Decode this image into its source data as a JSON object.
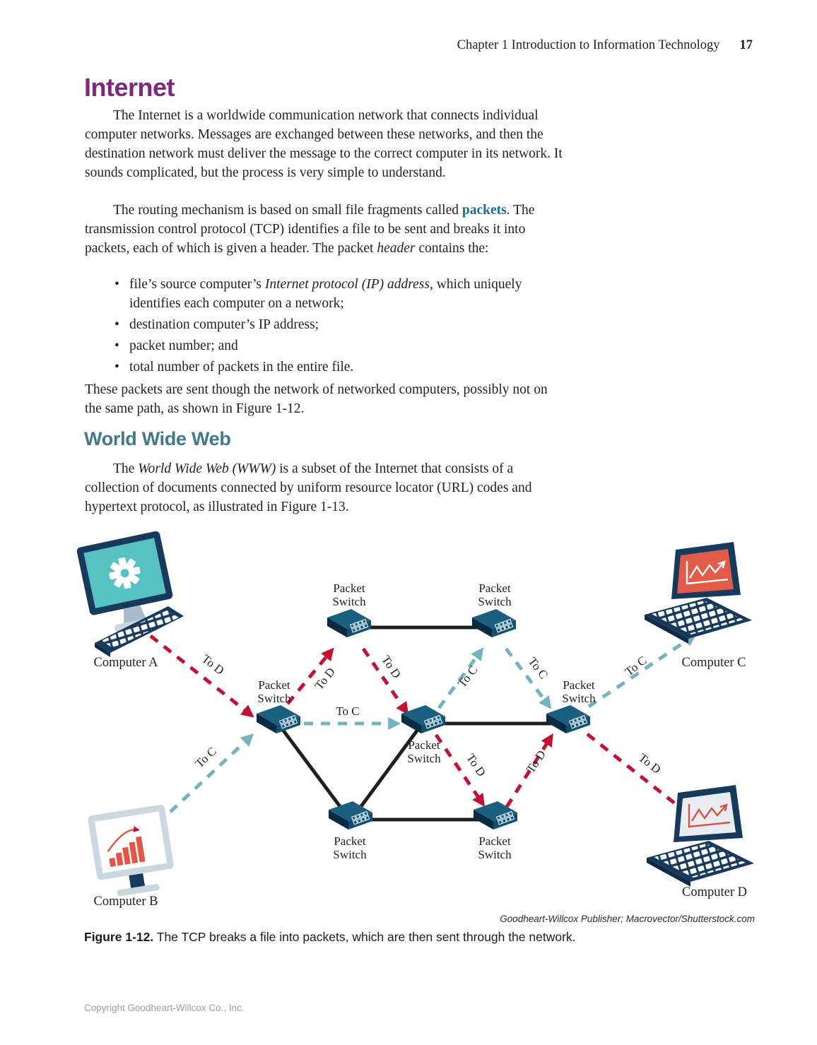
{
  "page": {
    "header": {
      "chapter": "Chapter 1  Introduction to Information Technology",
      "page_number": "17"
    },
    "footer": "Copyright Goodheart-Willcox Co., Inc.",
    "bullet_glyph": "•"
  },
  "content": {
    "title": "Internet",
    "p1": "The Internet is a worldwide communication network that connects individual computer networks. Messages are exchanged between these networks, and then the destination network must deliver the message to the correct computer in its network. It sounds complicated, but the process is very simple to understand.",
    "p2": {
      "a": "The routing mechanism is based on small file fragments called ",
      "b": "packets",
      "c": ". The transmission control protocol (TCP) identifies a file to be sent and breaks it into packets, each of which is given a header. The packet ",
      "d": "header",
      "e": " contains the:"
    },
    "bullets": [
      {
        "a": "file’s source computer’s ",
        "b": "Internet protocol (IP) address",
        "c": ", which uniquely identifies each computer on a network;"
      },
      {
        "a": "destination computer’s IP address;",
        "b": "",
        "c": ""
      },
      {
        "a": "packet number; and",
        "b": "",
        "c": ""
      },
      {
        "a": "total number of packets in the entire file.",
        "b": "",
        "c": ""
      }
    ],
    "p3": "These packets are sent though the network of networked computers, possibly not on the same path, as shown in Figure 1-12.",
    "www": {
      "heading": "World Wide Web",
      "a": "The ",
      "b": "World Wide Web (WWW)",
      "c": " is a subset of the Internet that consists of a collection of documents connected by uniform resource locator (URL) codes and hypertext protocol, as illustrated in Figure 1-13."
    }
  },
  "figure": {
    "credit": "Goodheart-Willcox Publisher; Macrovector/Shutterstock.com",
    "caption_label": "Figure 1-12.",
    "caption_text": " The TCP breaks a file into packets, which are then sent through the network.",
    "labels": {
      "computer_a": "Computer A",
      "computer_b": "Computer B",
      "computer_c": "Computer C",
      "computer_d": "Computer D",
      "switch_line1": "Packet",
      "switch_line2": "Switch",
      "to_c": "To C",
      "to_d": "To D"
    },
    "colors": {
      "red_path": "#c11236",
      "teal_path": "#74b2c0",
      "link_line": "#1f1f1f",
      "switch_top": "#1b5f80",
      "switch_front": "#114f6f",
      "switch_side": "#0a2a42",
      "device_navy": "#16395c",
      "screen_a_teal": "#57c2c1",
      "screen_c_red": "#e25b49",
      "title_purple": "#822581",
      "subheading_teal": "#41798a",
      "packets_blue": "#1e6a94"
    }
  }
}
